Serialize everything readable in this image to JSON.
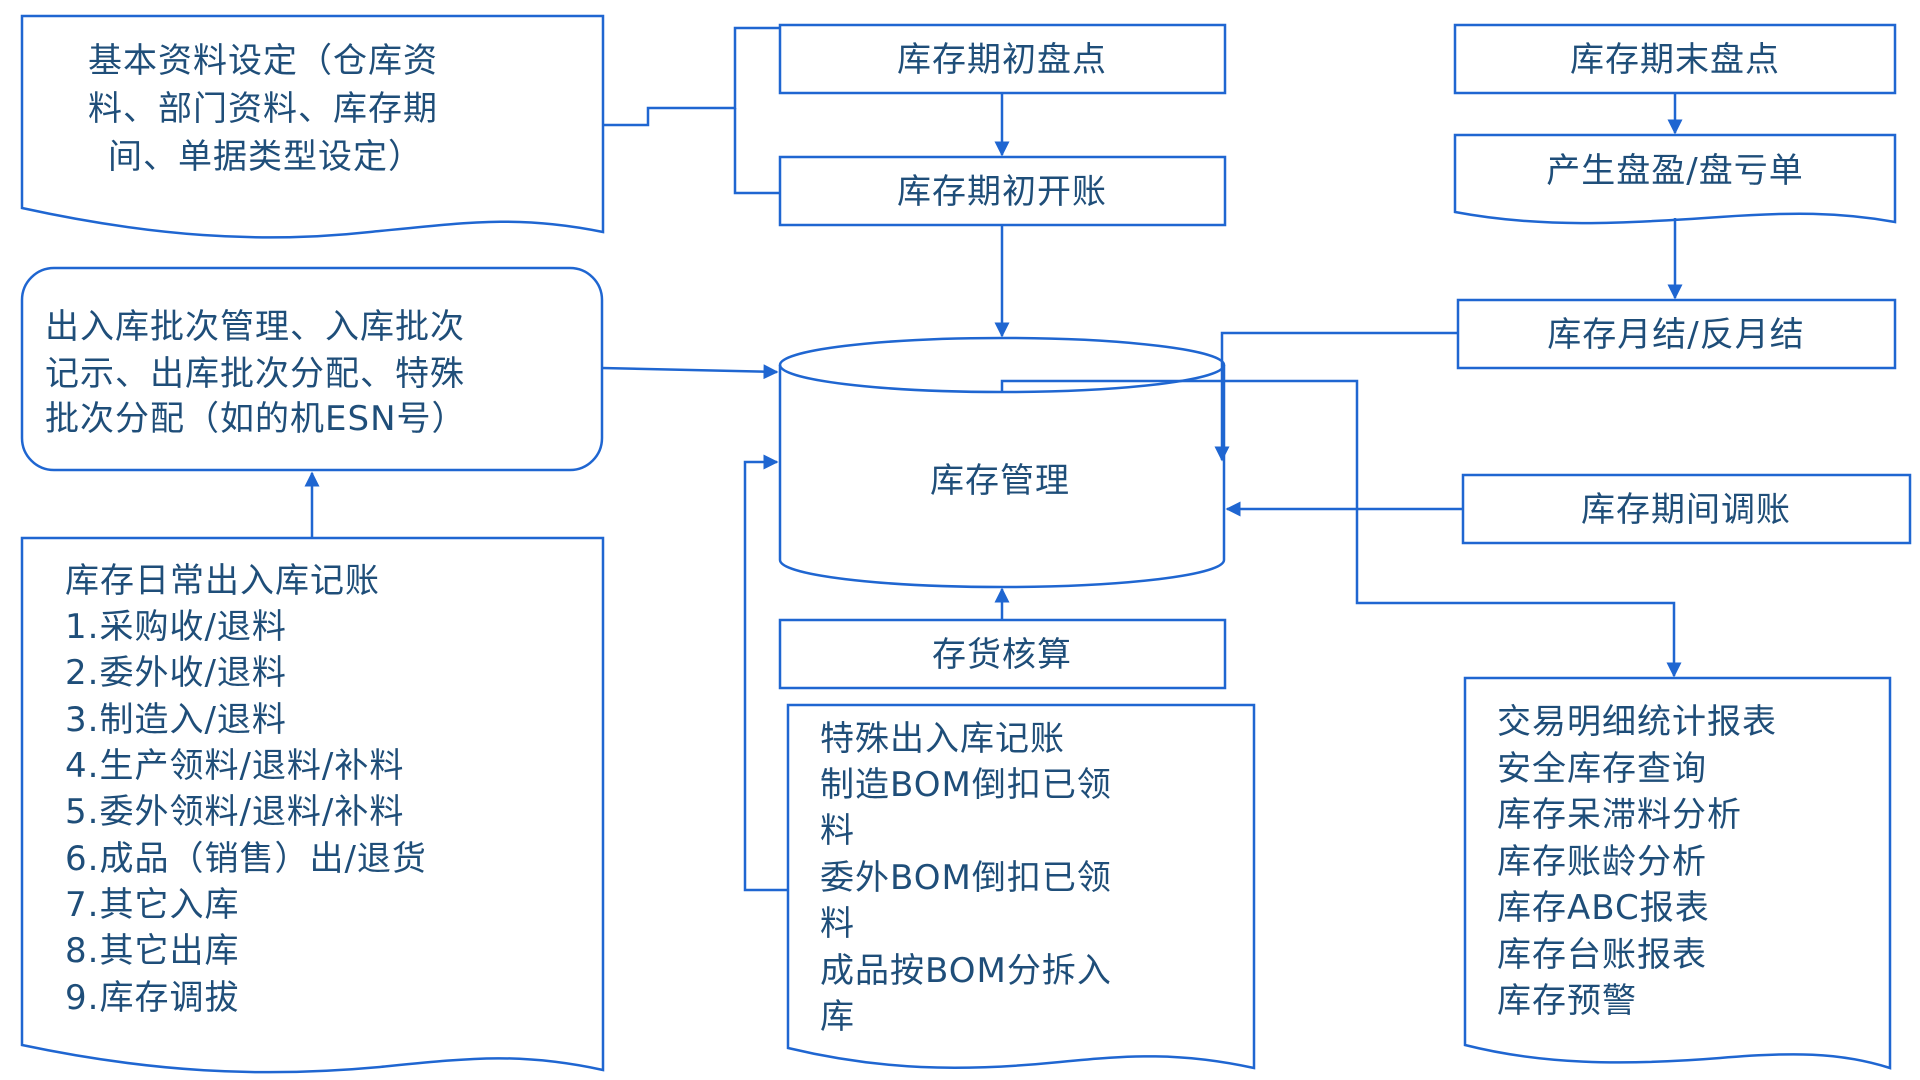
{
  "boxes": {
    "basic_setup": [
      "基本资料设定（仓库资",
      "料、部门资料、库存期",
      "间、单据类型设定）"
    ],
    "batch_mgmt": [
      "出入库批次管理、入库批次",
      "记示、出库批次分配、特殊",
      "批次分配（如的机ESN号）"
    ],
    "daily_posting": [
      "库存日常出入库记账",
      "1.采购收/退料",
      "2.委外收/退料",
      "3.制造入/退料",
      "4.生产领料/退料/补料",
      "5.委外领料/退料/补料",
      "6.成品（销售）出/退货",
      "7.其它入库",
      "8.其它出库",
      "9.库存调拔"
    ],
    "period_begin_count": "库存期初盘点",
    "period_begin_open": "库存期初开账",
    "inventory_mgmt": "库存管理",
    "inventory_costing": "存货核算",
    "special_posting": [
      "特殊出入库记账",
      "制造BOM倒扣已领",
      "料",
      "委外BOM倒扣已领",
      "料",
      "成品按BOM分拆入",
      "库"
    ],
    "period_end_count": "库存期末盘点",
    "gain_loss_doc": "产生盘盈/盘亏单",
    "month_close": "库存月结/反月结",
    "period_adjust": "库存期间调账",
    "reports": [
      "交易明细统计报表",
      "安全库存查询",
      "库存呆滞料分析",
      "库存账龄分析",
      "库存ABC报表",
      "库存台账报表",
      "库存预警"
    ]
  },
  "colors": {
    "line": "#1f66d1",
    "text": "#1f4e79",
    "background": "#ffffff"
  }
}
